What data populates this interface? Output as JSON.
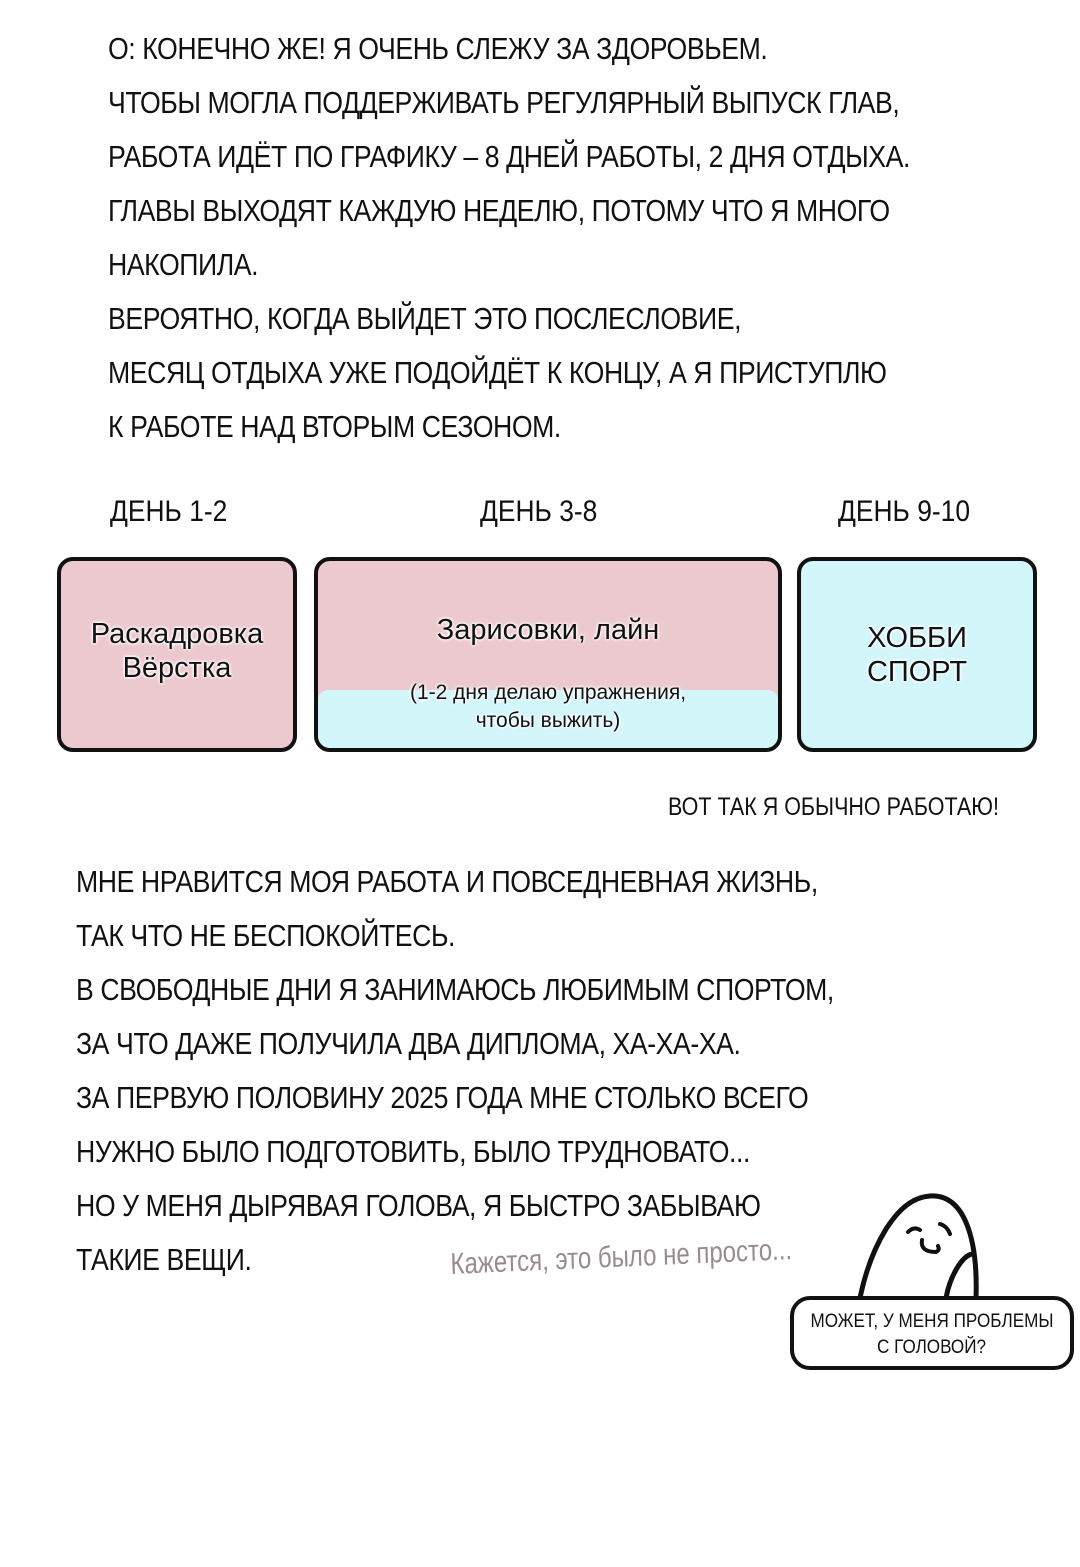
{
  "paragraph1": [
    "О: Конечно же! Я очень слежу за здоровьем.",
    "Чтобы могла поддерживать регулярный выпуск глав,",
    "работа идёт по графику – 8 дней работы, 2 дня отдыха.",
    "Главы выходят каждую неделю, потому что я много",
    "накопила.",
    "Вероятно, когда выйдет это послесловие,",
    "месяц отдыха уже подойдёт к концу, а я приступлю",
    "к работе над вторым сезоном."
  ],
  "schedule": [
    {
      "day": "ДЕНЬ 1-2",
      "lines": [
        "Раскадровка",
        "Вёрстка"
      ],
      "color": "#ecc9ce"
    },
    {
      "day": "ДЕНЬ 3-8",
      "lines": [
        "Зарисовки, лайн"
      ],
      "note": [
        "(1-2 дня делаю упражнения,",
        "чтобы выжить)"
      ],
      "color": "#ecc9ce",
      "band_color": "#d3f6fb"
    },
    {
      "day": "ДЕНЬ 9-10",
      "lines": [
        "Хобби",
        "Спорт"
      ],
      "color": "#d3f6fb"
    }
  ],
  "caption": "Вот так я обычно работаю!",
  "paragraph2": [
    "Мне нравится моя работа и повседневная жизнь,",
    "так что не беспокойтесь.",
    "В свободные дни я занимаюсь любимым спортом,",
    "за что даже получила два диплома, ха-ха-ха.",
    "За первую половину 2025 года мне столько всего",
    "нужно было подготовить, было трудновато...",
    "Но у меня дырявая голова, я быстро забываю",
    "такие вещи."
  ],
  "aside": "Кажется, это было не просто...",
  "speech_bubble": [
    "Может, у меня проблемы",
    "с головой?"
  ]
}
